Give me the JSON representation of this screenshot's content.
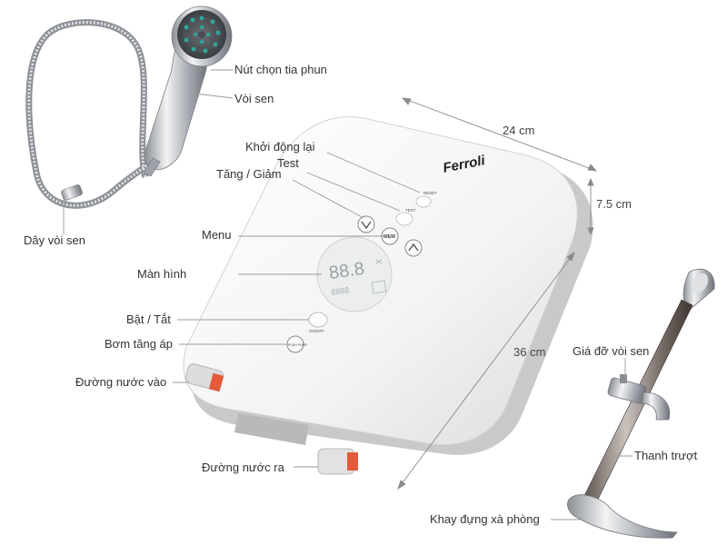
{
  "product": {
    "brand": "Ferroli",
    "panel": {
      "reset_label": "RESET",
      "test_label": "TEST",
      "mem_label": "MEM",
      "onoff_label": "ON/OFF",
      "pump_label": "PUSH PUMP",
      "display_digits": "88.8",
      "display_small": "8888"
    }
  },
  "labels": {
    "spray_selector": "Nút chọn tia phun",
    "shower_head": "Vòi sen",
    "hose": "Dây vòi sen",
    "restart": "Khởi động lại",
    "test": "Test",
    "up_down": "Tăng / Giảm",
    "menu": "Menu",
    "screen": "Màn hình",
    "on_off": "Bật / Tắt",
    "booster_pump": "Bơm tăng áp",
    "water_in": "Đường nước vào",
    "water_out": "Đường nước ra",
    "holder": "Giá đỡ vòi sen",
    "slide_bar": "Thanh trượt",
    "soap_tray": "Khay đựng xà phòng"
  },
  "dimensions": {
    "width": "24 cm",
    "depth": "7.5 cm",
    "height": "36 cm"
  },
  "colors": {
    "line": "#9a9a9a",
    "label": "#333333",
    "body_white": "#f6f6f6",
    "chrome": "#b9bcc0",
    "accent_green": "#2ea89a"
  }
}
